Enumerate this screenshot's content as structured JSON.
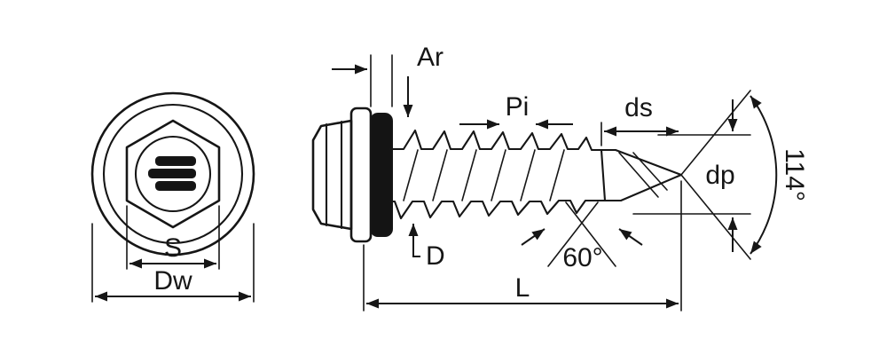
{
  "diagram": {
    "labels": {
      "ar": "Ar",
      "pi": "Pi",
      "ds": "ds",
      "dp": "dp",
      "tip_angle": "114°",
      "d": "D",
      "thread_angle": "60°",
      "length": "L",
      "s": "S",
      "dw": "Dw"
    },
    "colors": {
      "line": "#161616",
      "background": "#ffffff",
      "seal_fill": "#141414"
    }
  }
}
